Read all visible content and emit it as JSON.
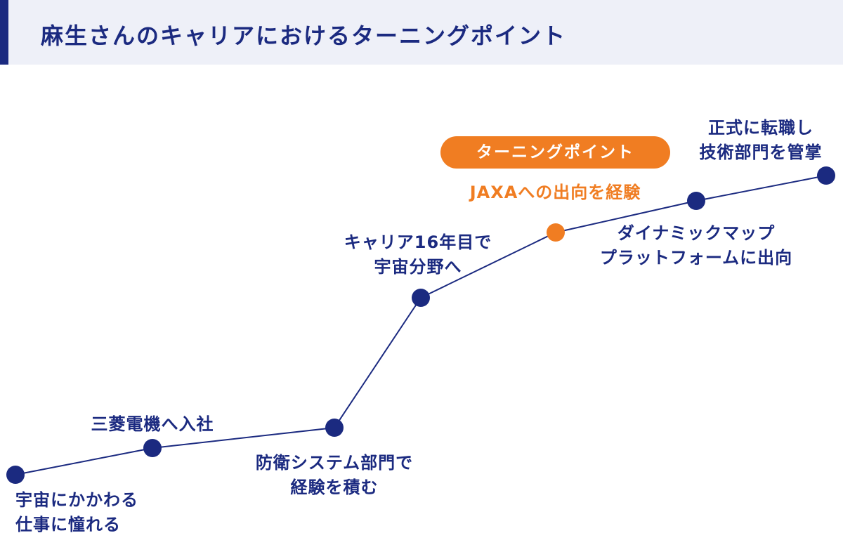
{
  "header": {
    "title": "麻生さんのキャリアにおけるターニングポイント"
  },
  "colors": {
    "primary": "#1b2a80",
    "accent": "#f07d22",
    "header_bg": "#eef0f8"
  },
  "diagram": {
    "badge": "ターニングポイント",
    "nodes": [
      {
        "id": "start",
        "lines": [
          "宇宙にかかわる",
          "仕事に憧れる"
        ],
        "highlight": false
      },
      {
        "id": "mitsubishi",
        "lines": [
          "三菱電機へ入社"
        ],
        "highlight": false
      },
      {
        "id": "defense",
        "lines": [
          "防衛システム部門で",
          "経験を積む"
        ],
        "highlight": false
      },
      {
        "id": "space",
        "lines": [
          "キャリア16年目で",
          "宇宙分野へ"
        ],
        "highlight": false
      },
      {
        "id": "jaxa",
        "lines": [
          "JAXAへの出向を経験"
        ],
        "highlight": true
      },
      {
        "id": "dynamic",
        "lines": [
          "ダイナミックマップ",
          "プラットフォームに出向"
        ],
        "highlight": false
      },
      {
        "id": "transfer",
        "lines": [
          "正式に転職し",
          "技術部門を管掌"
        ],
        "highlight": false
      }
    ]
  }
}
